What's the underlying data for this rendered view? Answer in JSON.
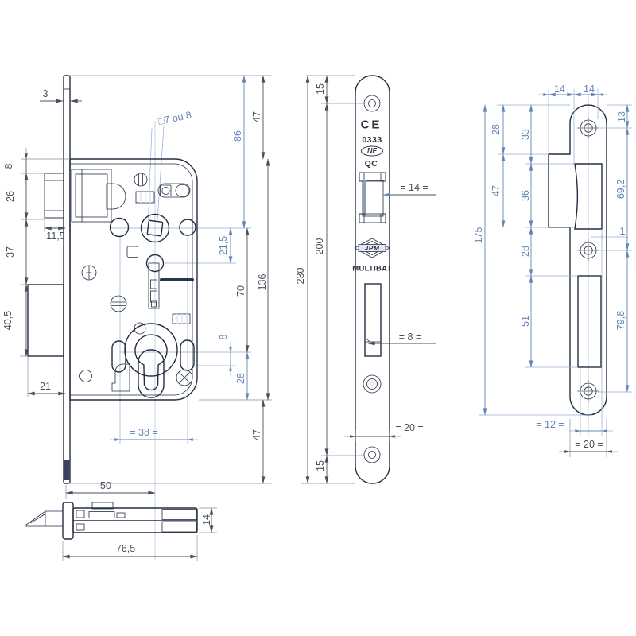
{
  "front": {
    "d_3": "3",
    "d_8t": "8",
    "d_26": "26",
    "d_115": "11,5",
    "d_37": "37",
    "d_405": "40,5",
    "d_21": "21",
    "d_50": "50",
    "d_47t": "47",
    "d_86": "86",
    "d_sq": "□7 ou 8",
    "d_215": "21,5",
    "d_70": "70",
    "d_136": "136",
    "d_8c": "8",
    "d_28": "28",
    "d_38": "= 38 =",
    "d_47b": "47"
  },
  "face": {
    "d_15t": "15",
    "d_200": "200",
    "d_230": "230",
    "d_15b": "15",
    "d_14": "= 14 =",
    "d_8": "= 8 =",
    "d_20": "= 20 =",
    "m_ce": "CE",
    "m_0333": "0333",
    "m_nf": "NF",
    "m_qc": "QC",
    "m_jpm": "JPM",
    "m_multibat": "MULTIBAT"
  },
  "strike": {
    "d_14a": "14",
    "d_14b": "14",
    "d_13": "13",
    "d_28t": "28",
    "d_33": "33",
    "d_47": "47",
    "d_36": "36",
    "d_692": "69,2",
    "d_175": "175",
    "d_28b": "28",
    "d_1": "1",
    "d_51": "51",
    "d_798": "79,8",
    "d_12": "= 12 =",
    "d_20": "= 20 ="
  },
  "bottom": {
    "d_765": "76,5",
    "d_14": "14"
  },
  "colors": {
    "accent_blue": "#6485b6",
    "outline": "#242d42",
    "body_fill": "#dee7f5",
    "strike_fill": "#bac5c0"
  }
}
